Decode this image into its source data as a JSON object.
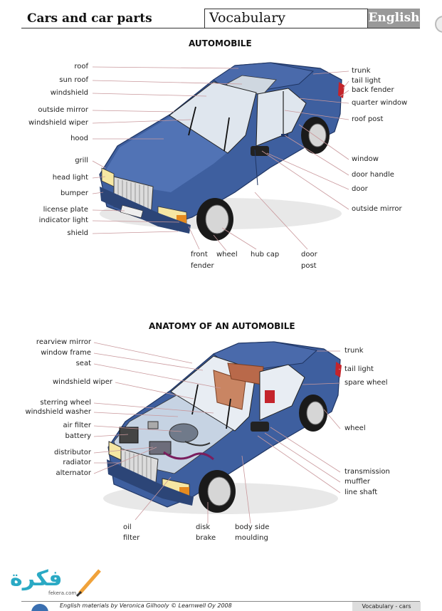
{
  "header": {
    "title": "Cars and car parts",
    "vocab": "Vocabulary",
    "lang": "English"
  },
  "section1": {
    "title": "AUTOMOBILE",
    "left_labels": [
      "roof",
      "sun roof",
      "windshield",
      "outside mirror",
      "windshield wiper",
      "hood",
      "grill",
      "head light",
      "bumper",
      "license plate",
      "indicator light",
      "shield"
    ],
    "right_labels": [
      "trunk",
      "tail light",
      "back fender",
      "quarter window",
      "roof post",
      "window",
      "door handle",
      "door",
      "outside mirror"
    ],
    "bottom_labels": [
      "front",
      "fender",
      "wheel",
      "hub cap",
      "door",
      "post"
    ]
  },
  "section2": {
    "title": "ANATOMY OF AN AUTOMOBILE",
    "left_labels": [
      "rearview mirror",
      "window frame",
      "seat",
      "windshield wiper",
      "sterring wheel",
      "windshield washer",
      "air filter",
      "battery",
      "distributor",
      "radiator",
      "alternator"
    ],
    "right_labels": [
      "trunk",
      "tail light",
      "spare wheel",
      "wheel",
      "transmission",
      "muffler",
      "line shaft"
    ],
    "bottom_labels": [
      "oil",
      "filter",
      "disk",
      "brake",
      "body side",
      "moulding"
    ]
  },
  "footer": {
    "left": "English materials by Veronica Gilhooly © Learnwell Oy 2008",
    "right": "Vocabulary - cars"
  },
  "logo": {
    "text": "فكرة",
    "sub": "fekera.com"
  },
  "colors": {
    "car_body": "#3e5f9f",
    "car_dark": "#2c4577",
    "leader_line": "#c9989c"
  }
}
